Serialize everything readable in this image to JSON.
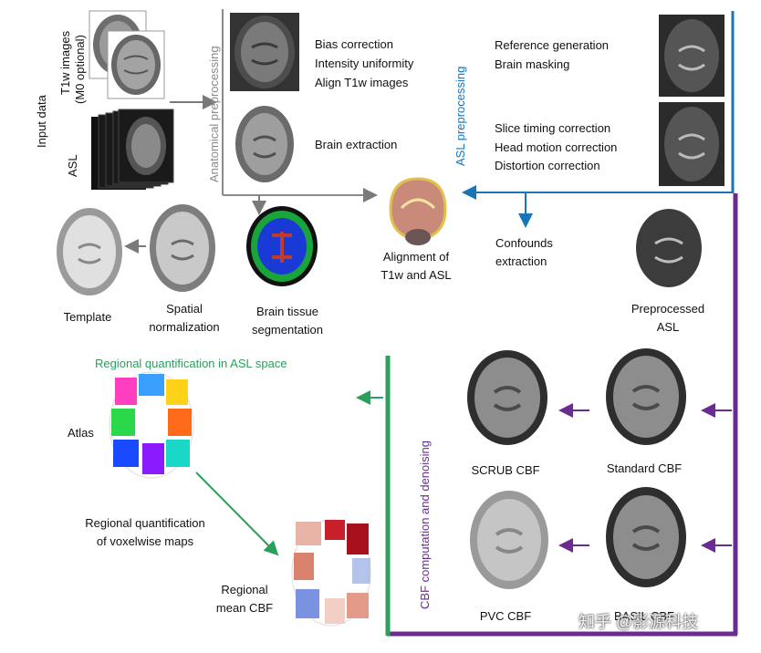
{
  "input": {
    "side_label": "Input data",
    "t1w_label": "T1w images",
    "t1w_sub": "(M0 optional)",
    "asl_label": "ASL"
  },
  "anatomical": {
    "section_label": "Anatomical preprocessing",
    "step1": "Bias correction",
    "step2": "Intensity uniformity",
    "step3": "Align T1w images",
    "step4": "Brain extraction"
  },
  "asl_prep": {
    "section_label": "ASL preprocessing",
    "step1": "Reference generation",
    "step2": "Brain masking",
    "step3": "Slice timing correction",
    "step4": "Head motion correction",
    "step5": "Distortion correction",
    "confounds1": "Confounds",
    "confounds2": "extraction",
    "preprocessed1": "Preprocessed",
    "preprocessed2": "ASL"
  },
  "center": {
    "alignment1": "Alignment of",
    "alignment2": "T1w and ASL",
    "tissue1": "Brain tissue",
    "tissue2": "segmentation",
    "spatial1": "Spatial",
    "spatial2": "normalization",
    "template": "Template"
  },
  "regional": {
    "title": "Regional quantification in ASL space",
    "atlas": "Atlas",
    "voxel1": "Regional quantification",
    "voxel2": "of voxelwise maps",
    "mean1": "Regional",
    "mean2": "mean CBF"
  },
  "cbf": {
    "section_label": "CBF computation and denoising",
    "scrub": "SCRUB CBF",
    "standard": "Standard CBF",
    "pvc": "PVC CBF",
    "basil": "BASIL CBF"
  },
  "watermark": "知乎 @影源科技",
  "colors": {
    "asl_blue": "#1a74b8",
    "cbf_purple": "#6a2c91",
    "regional_green": "#2aa05a",
    "anat_gray": "#8a8a8a"
  }
}
